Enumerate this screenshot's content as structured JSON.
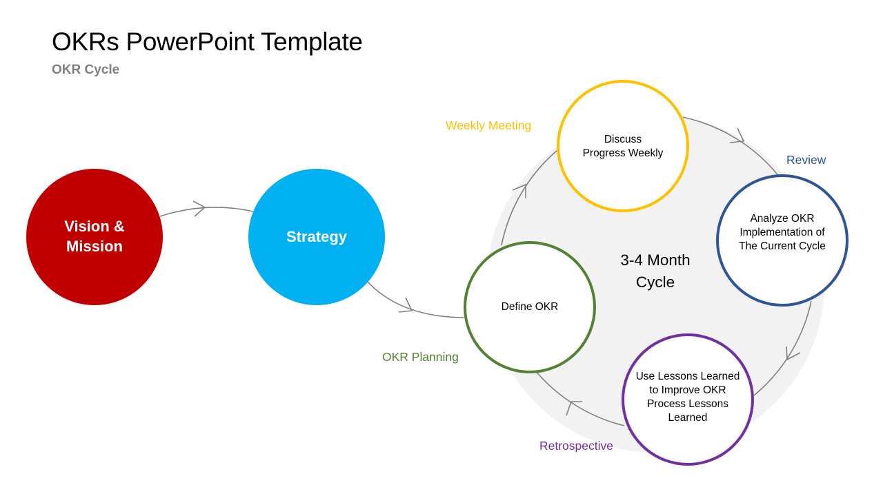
{
  "header": {
    "title": "OKRs PowerPoint Template",
    "subtitle": "OKR Cycle"
  },
  "colors": {
    "vision": "#c00000",
    "strategy": "#00b0f0",
    "weekly": "#ffc000",
    "review": "#2f5597",
    "retrospective": "#7030a0",
    "planning": "#548235",
    "connector": "#7f7f7f",
    "cycle_fill": "#f2f2f2"
  },
  "flow": {
    "vision": {
      "line1": "Vision &",
      "line2": "Mission"
    },
    "strategy": {
      "label": "Strategy"
    }
  },
  "cycle": {
    "center_line1": "3-4 Month",
    "center_line2": "Cycle",
    "stages": [
      {
        "id": "planning",
        "stage_label": "OKR Planning",
        "text_lines": [
          "Define OKR"
        ]
      },
      {
        "id": "weekly",
        "stage_label": "Weekly Meeting",
        "text_lines": [
          "Discuss",
          "Progress Weekly"
        ]
      },
      {
        "id": "review",
        "stage_label": "Review",
        "text_lines": [
          "Analyze OKR",
          "Implementation of",
          "The Current Cycle"
        ]
      },
      {
        "id": "retrospective",
        "stage_label": "Retrospective",
        "text_lines": [
          "Use Lessons Learned",
          "to Improve OKR",
          "Process Lessons",
          "Learned"
        ]
      }
    ]
  }
}
